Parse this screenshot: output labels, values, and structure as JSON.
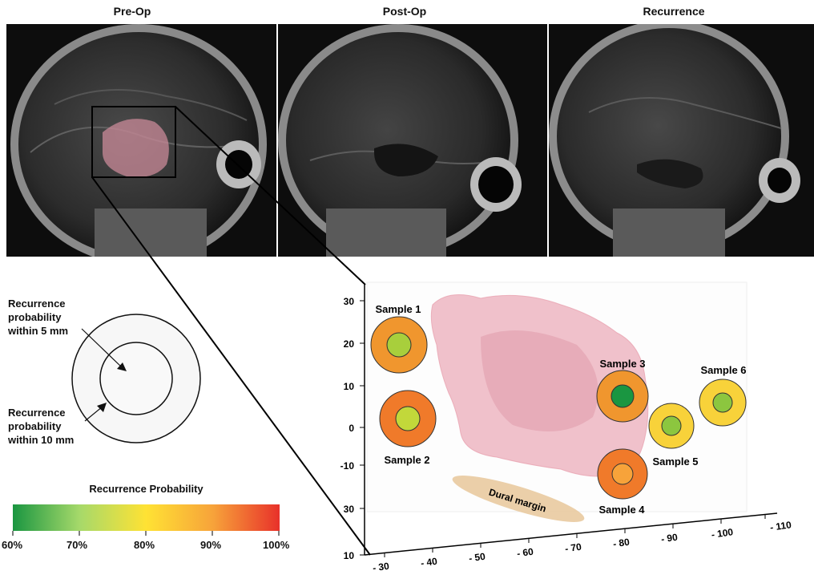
{
  "panels": [
    {
      "title": "Pre-Op"
    },
    {
      "title": "Post-Op"
    },
    {
      "title": "Recurrence"
    }
  ],
  "legend": {
    "inner_label": [
      "Recurrence",
      "probability",
      "within 5 mm"
    ],
    "outer_label": [
      "Recurrence",
      "probability",
      "within 10 mm"
    ]
  },
  "colorbar": {
    "title": "Recurrence Probability",
    "ticks": [
      "60%",
      "70%",
      "80%",
      "90%",
      "100%"
    ],
    "colors": [
      "#1a9641",
      "#a6d96a",
      "#ffe234",
      "#f7a33a",
      "#e8312a"
    ]
  },
  "plot3d": {
    "y_ticks": [
      "30",
      "20",
      "10",
      "0",
      "-10"
    ],
    "z_ticks": [
      "30",
      "10"
    ],
    "x_ticks": [
      "- 30",
      "- 40",
      "- 50",
      "- 60",
      "- 70",
      "- 80",
      "- 90",
      "- 100",
      "- 110"
    ],
    "dural_margin_label": "Dural margin",
    "samples": [
      {
        "label": "Sample 1",
        "outer": "#f0962e",
        "inner": "#a8cf3c"
      },
      {
        "label": "Sample 2",
        "outer": "#f07a2a",
        "inner": "#c2d83a"
      },
      {
        "label": "Sample 3",
        "outer": "#f0962e",
        "inner": "#1a9641"
      },
      {
        "label": "Sample 4",
        "outer": "#f07a2a",
        "inner": "#f7a33a"
      },
      {
        "label": "Sample 5",
        "outer": "#f8d23a",
        "inner": "#8cc63f"
      },
      {
        "label": "Sample 6",
        "outer": "#f8d23a",
        "inner": "#8cc63f"
      }
    ]
  }
}
